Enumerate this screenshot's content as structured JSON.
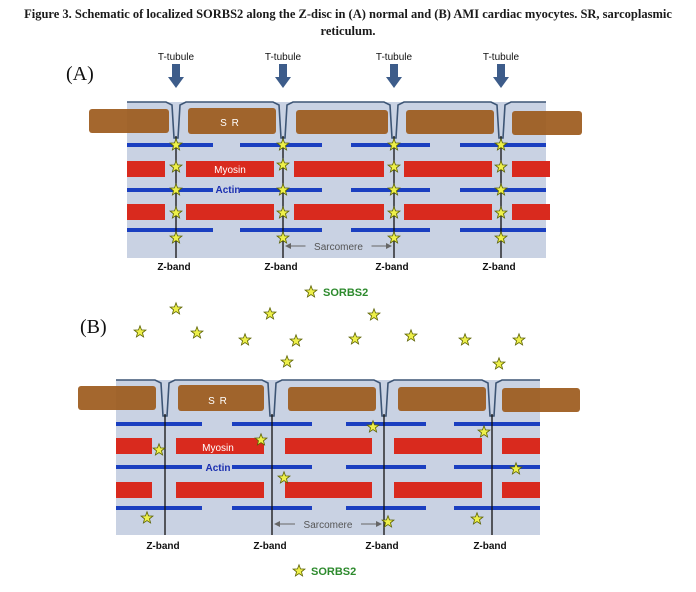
{
  "caption": "Figure 3. Schematic of localized SORBS2 along the Z-disc in (A) normal and (B) AMI cardiac myocytes. SR, sarcoplasmic reticulum.",
  "colors": {
    "cell": "#c9d2e3",
    "membrane": "#3d5575",
    "sr": "#9c5a1c",
    "myosin": "#d92a1e",
    "actin": "#1a3fc0",
    "tTubuleArrow": "#3d5c8a",
    "star": "#eef04a",
    "starStroke": "#5a6000",
    "legend": "#2d8a2d"
  },
  "panels": [
    {
      "label": "(A)",
      "t_tubule_label": "T-tubule",
      "sr_label": "S R",
      "myosin_label": "Myosin",
      "actin_label": "Actin",
      "sarcomere_label": "Sarcomere",
      "z_band_label": "Z-band",
      "legend_label": "SORBS2"
    },
    {
      "label": "(B)",
      "sr_label": "S R",
      "myosin_label": "Myosin",
      "actin_label": "Actin",
      "sarcomere_label": "Sarcomere",
      "z_band_label": "Z-band",
      "legend_label": "SORBS2"
    }
  ]
}
